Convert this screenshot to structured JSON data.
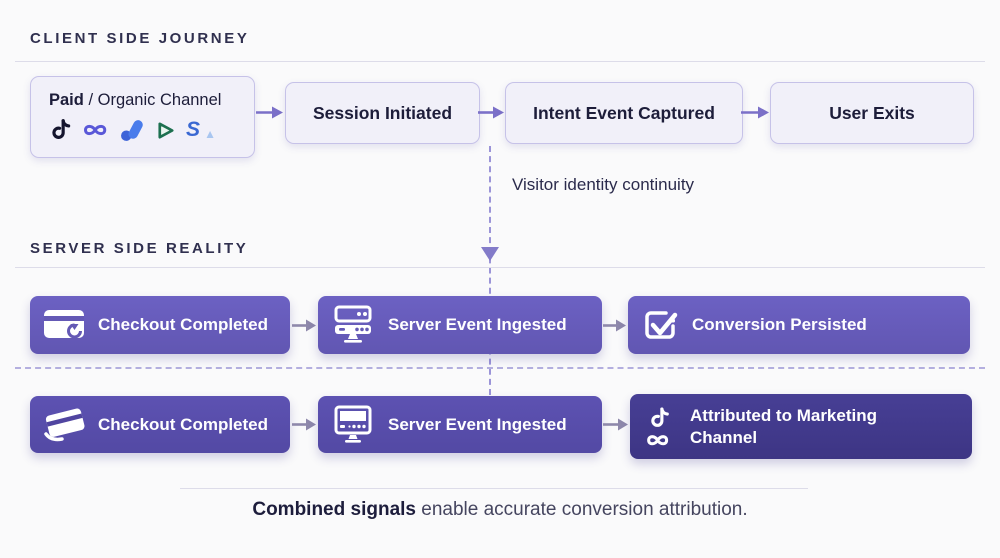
{
  "client": {
    "title": "CLIENT SIDE JOURNEY",
    "channel_box": {
      "label_bold": "Paid",
      "label_rest": " / Organic Channel",
      "icons": [
        "tiktok-icon",
        "meta-icon",
        "google-ads-icon",
        "play-icon",
        "s-analytics-icon"
      ]
    },
    "steps": [
      "Session Initiated",
      "Intent Event Captured",
      "User Exits"
    ],
    "connector_note": "Visitor identity continuity"
  },
  "server": {
    "title": "SERVER SIDE REALITY",
    "row_top": [
      {
        "icon": "credit-card-icon",
        "label": "Checkout Completed"
      },
      {
        "icon": "server-icon",
        "label": "Server Event Ingested"
      },
      {
        "icon": "checkbox-check-icon",
        "label": "Conversion Persisted"
      }
    ],
    "row_bottom": [
      {
        "icon": "card-swipe-icon",
        "label": "Checkout Completed"
      },
      {
        "icon": "monitor-icon",
        "label": "Server Event Ingested"
      },
      {
        "icon": "tiktok-meta-icon",
        "label": "Attributed to Marketing Channel"
      }
    ]
  },
  "caption": {
    "bold": "Combined signals",
    "rest": " enable accurate conversion attribution."
  },
  "colors": {
    "background": "#fafafb",
    "light_box_bg": "#f1f0f9",
    "light_box_border": "#c6c2e8",
    "server_box_purple": "#675cbb",
    "server_box_purple_dark": "#5a4fae",
    "attributed_box_purple": "#423a8c",
    "client_arrow": "#7b70c8",
    "server_arrow": "#8e88ab",
    "dashed_connector": "#9b94d8",
    "heading_text": "#30304f",
    "box_text_dark": "#1d1d3a",
    "caption_text": "#45455f"
  }
}
